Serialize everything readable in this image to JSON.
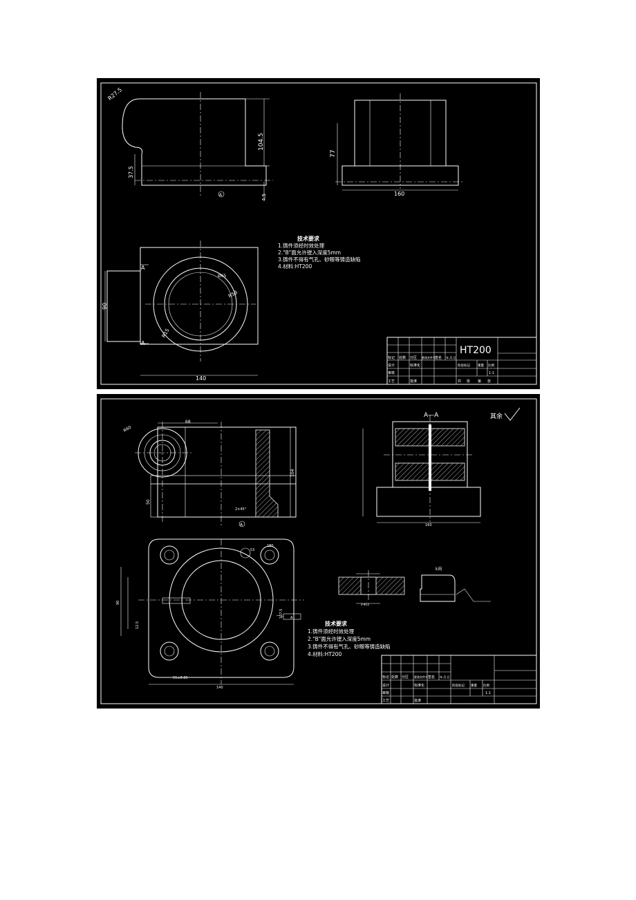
{
  "drawing1": {
    "dims": {
      "r_top": "R27.5",
      "d_105": "104.5",
      "d_375": "37.5",
      "d_45": "4.5",
      "section_mark": "A",
      "d_77": "77",
      "d_160": "160",
      "d_90": "90",
      "d_140": "140",
      "d_65": "Ø65",
      "r_58": "R58",
      "r_15": "R15",
      "sec_a_top": "A",
      "sec_a_bot": "A"
    },
    "notes": {
      "title": "技术要求",
      "lines": [
        "1.铸件须经时效处理",
        "2.\"B\"面允许镗入深度5mm",
        "3.铸件不得有气孔、砂眼等铸造缺陷",
        "4.材料:HT200"
      ]
    },
    "title_block": {
      "material": "HT200",
      "cells": [
        "标记",
        "处数",
        "分区",
        "更改文件号",
        "签名",
        "年.月.日",
        "设计",
        "标准化",
        "审核",
        "工艺",
        "批准",
        "阶段标记",
        "重量",
        "比例",
        "共",
        "张",
        "第",
        "张"
      ],
      "scale": "1:1"
    }
  },
  "drawing2": {
    "dims": {
      "d_68": "68",
      "d_r60": "R60",
      "d_104": "104",
      "d_50": "50",
      "d_2x45": "2×45°",
      "sec_a": "A",
      "d_53": "53",
      "d_180": "180",
      "d_160": "160",
      "d_140": "140",
      "d_55": "55±0.05",
      "d_90": "90",
      "d_1075": "107.5",
      "d_125": "12.5",
      "h_phi": "4-Φ12",
      "datum": "A"
    },
    "section_title": "A—A",
    "roughness": "其余",
    "view_label": "k向",
    "notes": {
      "title": "技术要求",
      "lines": [
        "1.铸件须经时效处理",
        "2.\"B\"面允许镗入深度5mm",
        "3.铸件不得有气孔、砂眼等铸造缺陷",
        "4.材料:HT200"
      ]
    },
    "title_block": {
      "cells": [
        "标记",
        "处数",
        "分区",
        "更改文件号",
        "签名",
        "年.月.日",
        "设计",
        "标准化",
        "审核",
        "工艺",
        "批准",
        "阶段标记",
        "重量",
        "比例"
      ],
      "scale": "1:1"
    }
  }
}
